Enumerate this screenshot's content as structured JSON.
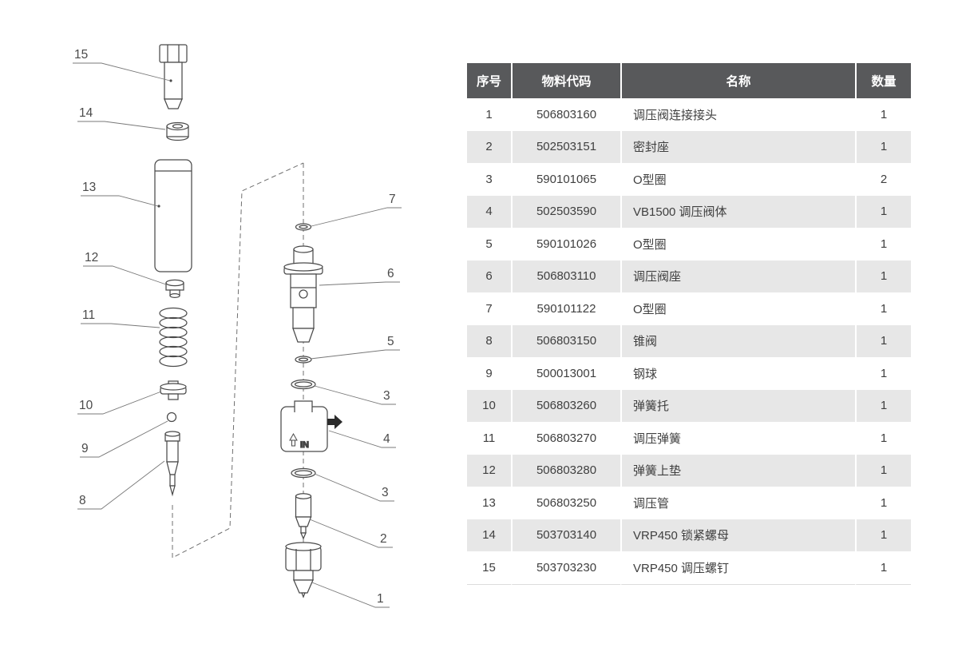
{
  "table": {
    "headers": [
      "序号",
      "物料代码",
      "名称",
      "数量"
    ],
    "rows": [
      {
        "no": "1",
        "code": "506803160",
        "name": "调压阀连接接头",
        "qty": "1"
      },
      {
        "no": "2",
        "code": "502503151",
        "name": "密封座",
        "qty": "1"
      },
      {
        "no": "3",
        "code": "590101065",
        "name": "O型圈",
        "qty": "2"
      },
      {
        "no": "4",
        "code": "502503590",
        "name": "VB1500 调压阀体",
        "qty": "1"
      },
      {
        "no": "5",
        "code": "590101026",
        "name": "O型圈",
        "qty": "1"
      },
      {
        "no": "6",
        "code": "506803110",
        "name": "调压阀座",
        "qty": "1"
      },
      {
        "no": "7",
        "code": "590101122",
        "name": "O型圈",
        "qty": "1"
      },
      {
        "no": "8",
        "code": "506803150",
        "name": "锥阀",
        "qty": "1"
      },
      {
        "no": "9",
        "code": "500013001",
        "name": "钢球",
        "qty": "1"
      },
      {
        "no": "10",
        "code": "506803260",
        "name": "弹簧托",
        "qty": "1"
      },
      {
        "no": "11",
        "code": "506803270",
        "name": "调压弹簧",
        "qty": "1"
      },
      {
        "no": "12",
        "code": "506803280",
        "name": "弹簧上垫",
        "qty": "1"
      },
      {
        "no": "13",
        "code": "506803250",
        "name": "调压管",
        "qty": "1"
      },
      {
        "no": "14",
        "code": "503703140",
        "name": "VRP450 锁紧螺母",
        "qty": "1"
      },
      {
        "no": "15",
        "code": "503703230",
        "name": "VRP450 调压螺钉",
        "qty": "1"
      }
    ]
  },
  "diagram": {
    "callouts": [
      "15",
      "14",
      "13",
      "12",
      "11",
      "10",
      "9",
      "8",
      "7",
      "6",
      "5",
      "3",
      "4",
      "3",
      "2",
      "1"
    ],
    "in_label": "IN"
  },
  "colors": {
    "header_bg": "#58595b",
    "row_alt_bg": "#e7e7e7",
    "line_color": "#4a4a4a"
  }
}
